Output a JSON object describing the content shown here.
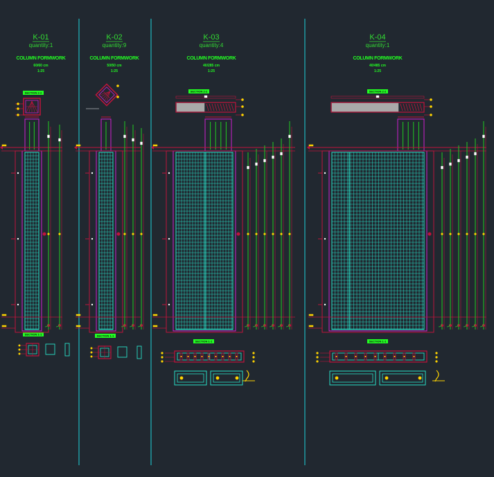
{
  "drawing": {
    "colors": {
      "background": "#212830",
      "divider": "#1fb8c0",
      "text": "#33ff33",
      "formwork": "#c0143c",
      "mesh": "#28e0c8",
      "rebar": "#22cc22",
      "outline": "#d020d0"
    },
    "panels": [
      {
        "id": "K-01",
        "quantity": "quantity:1",
        "title": "COLUMN FORMWORK",
        "size": "60/60 cm",
        "scale": "1:25",
        "section_top": "SECTION 2-2",
        "section_bottom": "SECTION 1-1"
      },
      {
        "id": "K-02",
        "quantity": "quantity:9",
        "title": "COLUMN FORMWORK",
        "size": "50/50 cm",
        "scale": "1:25",
        "section_bottom": "SECTION 1-1"
      },
      {
        "id": "K-03",
        "quantity": "quantity:4",
        "title": "COLUMN FORMWORK",
        "size": "40/285 cm",
        "scale": "1:25",
        "section_top": "SECTION 2-2",
        "section_bottom": "SECTION 1-1"
      },
      {
        "id": "K-04",
        "quantity": "quantity:1",
        "title": "COLUMN FORMWORK",
        "size": "40/485 cm",
        "scale": "1:25",
        "section_top": "SECTION 2-2",
        "section_bottom": "SECTION 1-1"
      }
    ]
  }
}
